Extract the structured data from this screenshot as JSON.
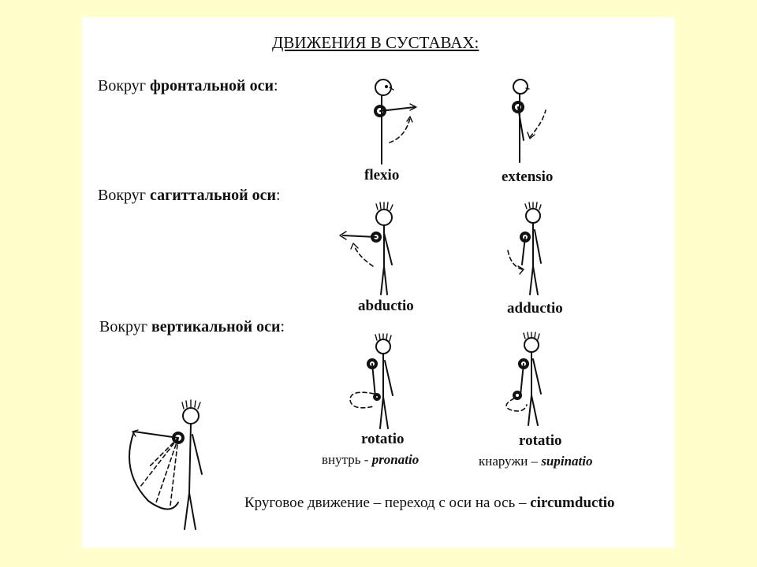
{
  "title": "ДВИЖЕНИЯ В СУСТАВАХ:",
  "sections": {
    "frontal": {
      "prefix": "Вокруг ",
      "bold": "фронтальной оси",
      "suffix": ":"
    },
    "sagittal": {
      "prefix": "Вокруг ",
      "bold": "сагиттальной оси",
      "suffix": ":"
    },
    "vertical": {
      "prefix": "Вокруг ",
      "bold": "вертикальной оси",
      "suffix": ":"
    }
  },
  "labels": {
    "flexio": "flexio",
    "extensio": "extensio",
    "abductio": "abductio",
    "adductio": "adductio",
    "rotatio_in": "rotatio",
    "rotatio_out": "rotatio"
  },
  "sublabels": {
    "inward_text": "внутрь - ",
    "inward_term": "pronatio",
    "outward_text": "кнаружи – ",
    "outward_term": "supinatio"
  },
  "circumduction": {
    "text": "Круговое движение – переход с оси на ось – ",
    "term": "circumductio"
  },
  "icons": [
    "stick-figure-flexion",
    "stick-figure-extension",
    "stick-figure-abduction",
    "stick-figure-adduction",
    "stick-figure-pronation",
    "stick-figure-supination",
    "stick-figure-circumduction"
  ]
}
